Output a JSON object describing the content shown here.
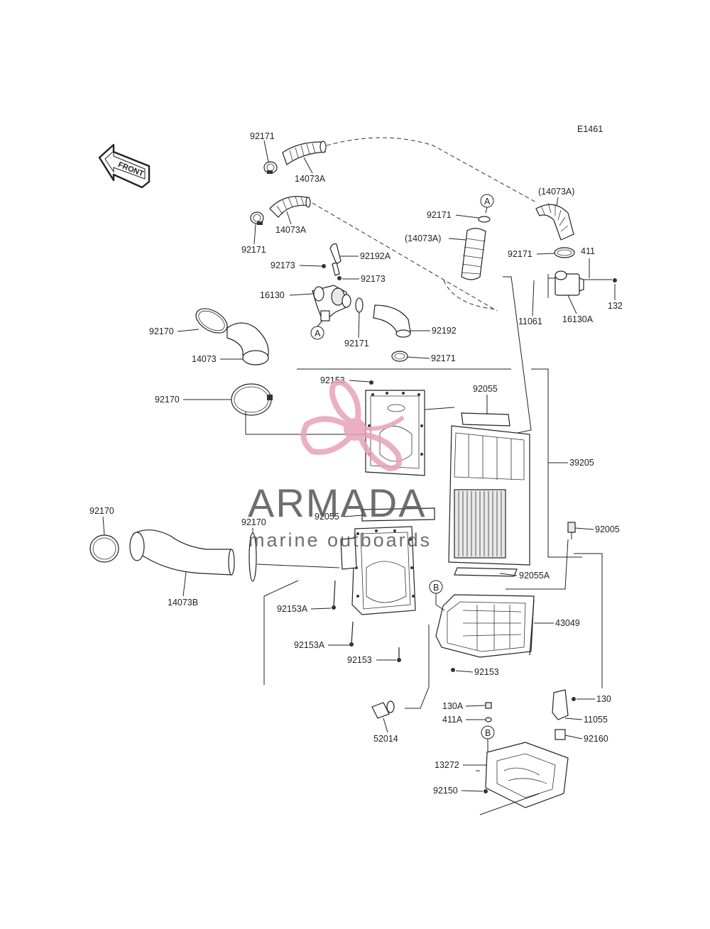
{
  "diagram_code": "E1461",
  "front_arrow_label": "FRONT",
  "watermark": {
    "brand": "ARMADA",
    "tagline": "marine outboards",
    "logo_color": "#e8a2b8"
  },
  "reference_markers": [
    "A",
    "A",
    "B",
    "B"
  ],
  "parts": [
    {
      "id": "p1",
      "label": "92171"
    },
    {
      "id": "p2",
      "label": "14073A"
    },
    {
      "id": "p3",
      "label": "14073A"
    },
    {
      "id": "p4",
      "label": "92171"
    },
    {
      "id": "p5",
      "label": "92173"
    },
    {
      "id": "p6",
      "label": "92192A"
    },
    {
      "id": "p7",
      "label": "92173"
    },
    {
      "id": "p8",
      "label": "16130"
    },
    {
      "id": "p9",
      "label": "92171"
    },
    {
      "id": "p10",
      "label": "92192"
    },
    {
      "id": "p11",
      "label": "92171"
    },
    {
      "id": "p12",
      "label": "92171"
    },
    {
      "id": "p13",
      "label": "(14073A)"
    },
    {
      "id": "p14",
      "label": "(14073A)"
    },
    {
      "id": "p15",
      "label": "92171"
    },
    {
      "id": "p16",
      "label": "411"
    },
    {
      "id": "p17",
      "label": "11061"
    },
    {
      "id": "p18",
      "label": "16130A"
    },
    {
      "id": "p19",
      "label": "132"
    },
    {
      "id": "p20",
      "label": "92170"
    },
    {
      "id": "p21",
      "label": "14073"
    },
    {
      "id": "p22",
      "label": "92170"
    },
    {
      "id": "p23",
      "label": "92153"
    },
    {
      "id": "p24",
      "label": "92055"
    },
    {
      "id": "p25",
      "label": "39205"
    },
    {
      "id": "p26",
      "label": "92170"
    },
    {
      "id": "p27",
      "label": "92170"
    },
    {
      "id": "p28",
      "label": "92055"
    },
    {
      "id": "p29",
      "label": "92005"
    },
    {
      "id": "p30",
      "label": "14073B"
    },
    {
      "id": "p31",
      "label": "92055A"
    },
    {
      "id": "p32",
      "label": "92153A"
    },
    {
      "id": "p33",
      "label": "43049"
    },
    {
      "id": "p34",
      "label": "92153A"
    },
    {
      "id": "p35",
      "label": "92153"
    },
    {
      "id": "p36",
      "label": "92153"
    },
    {
      "id": "p37",
      "label": "130"
    },
    {
      "id": "p38",
      "label": "130A"
    },
    {
      "id": "p39",
      "label": "11055"
    },
    {
      "id": "p40",
      "label": "411A"
    },
    {
      "id": "p41",
      "label": "52014"
    },
    {
      "id": "p42",
      "label": "92160"
    },
    {
      "id": "p43",
      "label": "13272"
    },
    {
      "id": "p44",
      "label": "92150"
    }
  ]
}
